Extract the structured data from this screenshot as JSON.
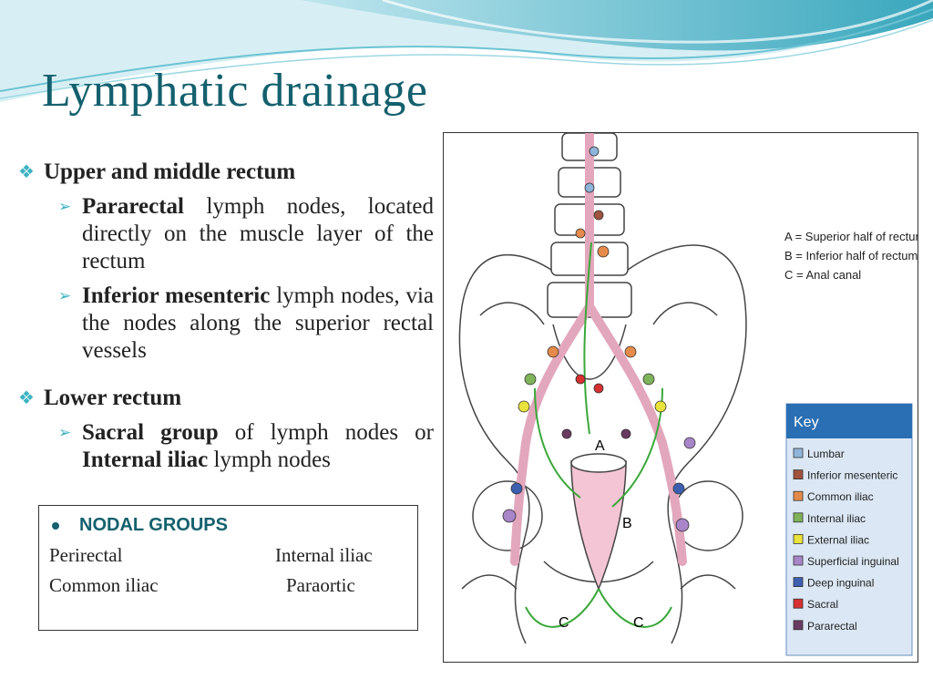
{
  "slide": {
    "title": "Lymphatic drainage"
  },
  "sections": [
    {
      "heading": "Upper and middle rectum",
      "items": [
        {
          "bold": "Pararectal",
          "text": " lymph nodes, located directly on the muscle layer of the rectum"
        },
        {
          "bold": "Inferior mesenteric",
          "text": " lymph nodes, via the nodes along the superior rectal vessels"
        }
      ]
    },
    {
      "heading": "Lower rectum",
      "items": [
        {
          "bold": "Sacral group",
          "text": " of lymph nodes or ",
          "bold2": "Internal iliac",
          "text2": " lymph nodes"
        }
      ]
    }
  ],
  "nodal_groups": {
    "heading": "NODAL GROUPS",
    "cells": [
      "Perirectal",
      "Internal iliac",
      "Common iliac",
      "Paraortic"
    ]
  },
  "figure": {
    "legend_abc": [
      "A = Superior half of rectum",
      "B = Inferior half of rectum",
      "C = Anal canal"
    ],
    "labels": {
      "a": "A",
      "b": "B",
      "c_left": "C",
      "c_right": "C"
    },
    "key": {
      "title": "Key",
      "items": [
        {
          "label": "Lumbar",
          "color": "#8fb4d9"
        },
        {
          "label": "Inferior mesenteric",
          "color": "#a0523c"
        },
        {
          "label": "Common iliac",
          "color": "#e58a4a"
        },
        {
          "label": "Internal iliac",
          "color": "#7fb35a"
        },
        {
          "label": "External iliac",
          "color": "#e9e23a"
        },
        {
          "label": "Superficial inguinal",
          "color": "#a884c8"
        },
        {
          "label": "Deep inguinal",
          "color": "#3c5fb0"
        },
        {
          "label": "Sacral",
          "color": "#d63030"
        },
        {
          "label": "Pararectal",
          "color": "#6a3a60"
        }
      ]
    }
  }
}
